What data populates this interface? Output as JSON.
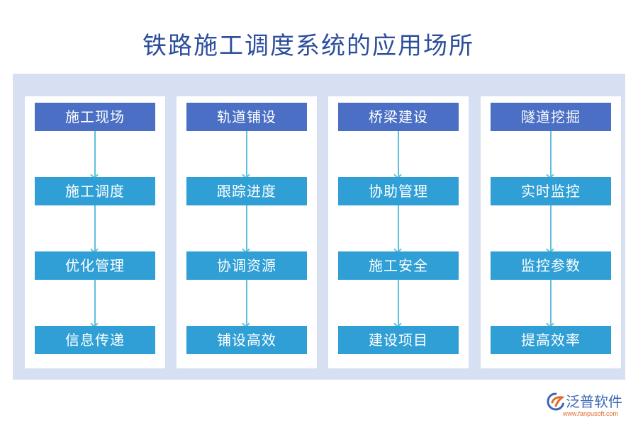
{
  "title": "铁路施工调度系统的应用场所",
  "colors": {
    "title": "#2d4e9c",
    "panel_bg": "#d7e0f3",
    "header_box": "#4a6fc4",
    "step_box": "#2f9fd6",
    "arrow": "#5fc0dc"
  },
  "columns": [
    {
      "header": "施工现场",
      "steps": [
        "施工调度",
        "优化管理",
        "信息传递"
      ]
    },
    {
      "header": "轨道铺设",
      "steps": [
        "跟踪进度",
        "协调资源",
        "铺设高效"
      ]
    },
    {
      "header": "桥梁建设",
      "steps": [
        "协助管理",
        "施工安全",
        "建设项目"
      ]
    },
    {
      "header": "隧道挖掘",
      "steps": [
        "实时监控",
        "监控参数",
        "提高效率"
      ]
    }
  ],
  "logo": {
    "name": "泛普软件",
    "url": "www.fanpusoft.com"
  }
}
